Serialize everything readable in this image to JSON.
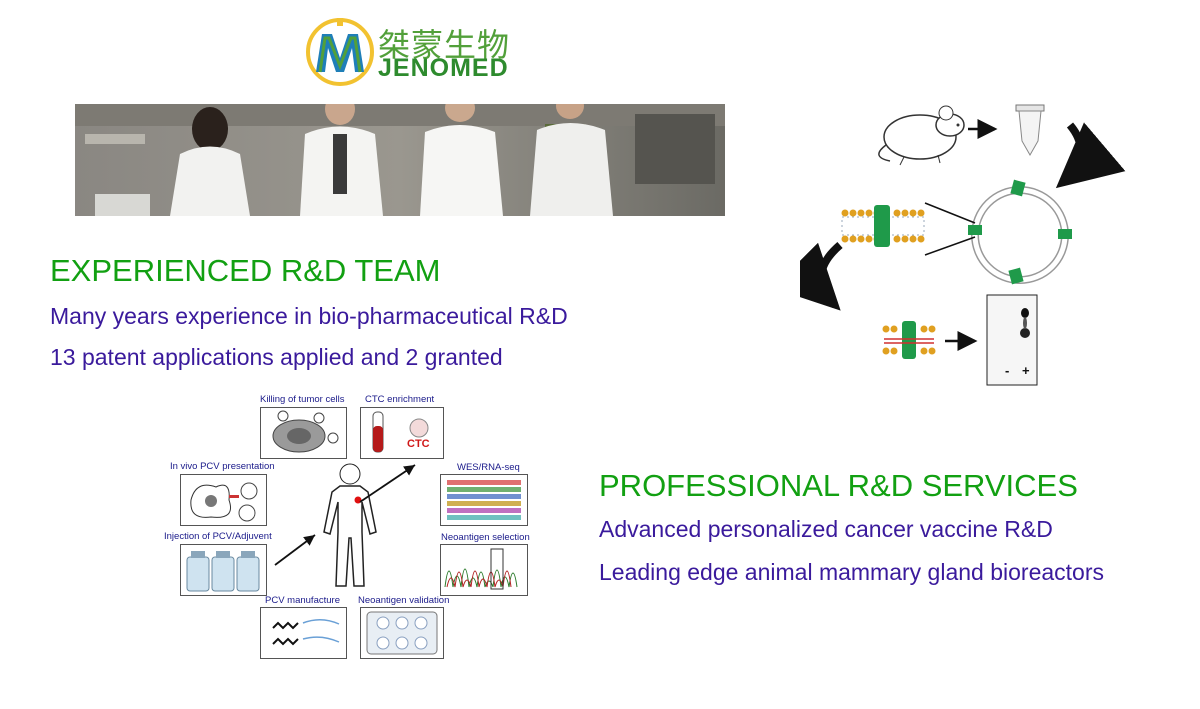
{
  "logo": {
    "name_cn": "桀蒙生物",
    "name_en": "JENOMED",
    "colors": {
      "primary": "#52a03a",
      "secondary": "#1f7fb8",
      "accent": "#f2c230"
    }
  },
  "team_photo": {
    "icon": "team-lab-photo"
  },
  "section_team": {
    "title": "EXPERIENCED R&D TEAM",
    "lines": [
      "Many years experience in bio-pharmaceutical R&D",
      "13 patent applications applied and 2 granted"
    ]
  },
  "section_services": {
    "title": "PROFESSIONAL R&D SERVICES",
    "lines": [
      "Advanced personalized cancer vaccine R&D",
      "Leading edge animal mammary gland bioreactors"
    ]
  },
  "workflow": {
    "steps": {
      "killing": "Killing of tumor cells",
      "ctc_enrichment": "CTC enrichment",
      "ctc_tag": "CTC",
      "in_vivo": "In vivo PCV presentation",
      "wes": "WES/RNA-seq",
      "injection": "Injection of PCV/Adjuvent",
      "neoantigen_sel": "Neoantigen selection",
      "manufacture": "PCV manufacture",
      "neoantigen_val": "Neoantigen validation"
    }
  },
  "bioreactor": {
    "gel_labels": {
      "minus": "-",
      "plus": "+"
    }
  },
  "colors": {
    "heading_green": "#12a012",
    "text_purple": "#3a1a9c",
    "diagram_label": "#1a1a8a",
    "membrane_green": "#1f9a4a",
    "lipid_orange": "#e0a020"
  }
}
